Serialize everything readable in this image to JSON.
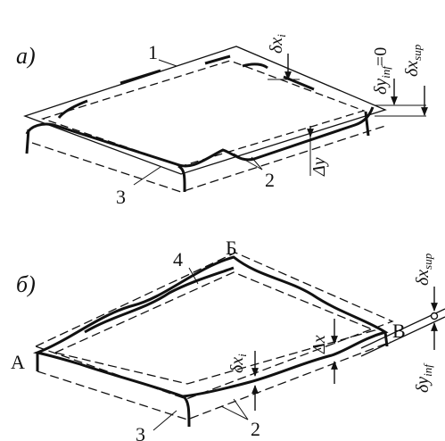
{
  "panel_a": {
    "tag": "а)",
    "callouts": {
      "c1": "1",
      "c2": "2",
      "c3": "3"
    },
    "dims": {
      "dx_i": "δx",
      "dx_i_sub": "i",
      "dy_inf": "δy",
      "dy_inf_sub": "inf",
      "dy_inf_val": "=0",
      "dx_sup": "δx",
      "dx_sup_sub": "sup",
      "delta_y": "Δy"
    }
  },
  "panel_b": {
    "tag": "б)",
    "corners": {
      "a": "А",
      "b": "Б",
      "v": "В"
    },
    "callouts": {
      "c2": "2",
      "c3": "3",
      "c4": "4"
    },
    "dims": {
      "dx_i": "δx",
      "dx_i_sub": "i",
      "delta_x": "Δx",
      "dx_sup": "δx",
      "dx_sup_sub": "sup",
      "dy_inf": "δy",
      "dy_inf_sub": "inf"
    }
  },
  "colors": {
    "ink": "#111111",
    "background": "#ffffff"
  }
}
